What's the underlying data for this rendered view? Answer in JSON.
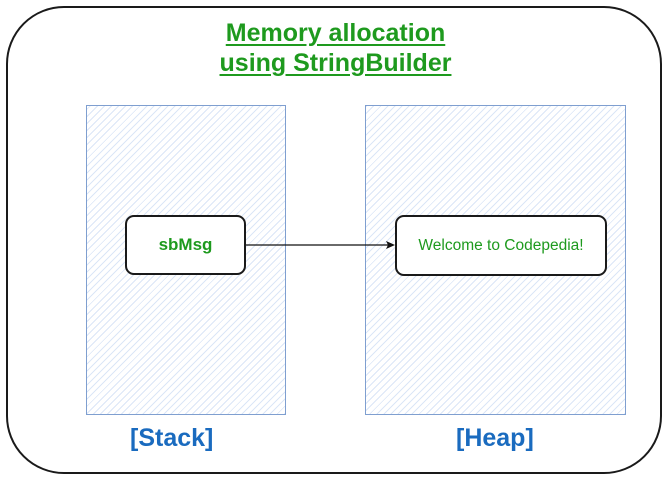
{
  "title": {
    "line1": "Memory allocation",
    "line2": "using StringBuilder"
  },
  "regions": {
    "stack": {
      "label": "[Stack]"
    },
    "heap": {
      "label": "[Heap]"
    }
  },
  "nodes": {
    "reference": "sbMsg",
    "object": "Welcome to Codepedia!"
  },
  "edges": [
    {
      "from": "sbMsg",
      "to": "Welcome to Codepedia!",
      "type": "arrow"
    }
  ],
  "colors": {
    "title": "#1e9a1e",
    "node_text": "#1e9a1e",
    "region_label": "#1a6bbf",
    "region_border": "#7f9fd0"
  }
}
